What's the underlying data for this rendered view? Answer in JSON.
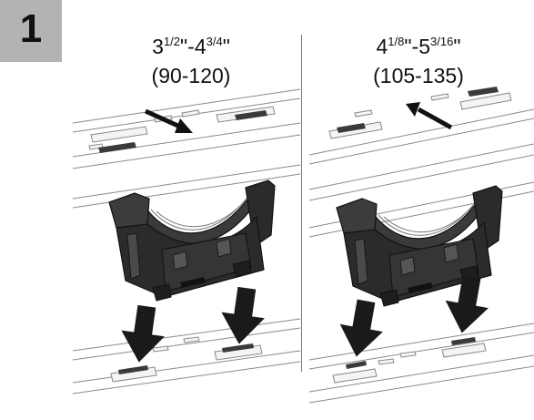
{
  "step": {
    "number": "1"
  },
  "left": {
    "size_whole_a": "3",
    "size_frac_a": "1/2",
    "size_whole_b": "4",
    "size_frac_b": "3/4",
    "size_mm": "(90-120)"
  },
  "right": {
    "size_whole_a": "4",
    "size_frac_a": "1/8",
    "size_whole_b": "5",
    "size_frac_b": "3/16",
    "size_mm": "(105-135)"
  },
  "colors": {
    "badge": "#b3b3b3",
    "bracket": "#2b2b2b",
    "arrow": "#1a1a1a"
  },
  "icons": [
    "slider-bracket-icon",
    "push-arrow-icon",
    "down-arrow-icon"
  ]
}
